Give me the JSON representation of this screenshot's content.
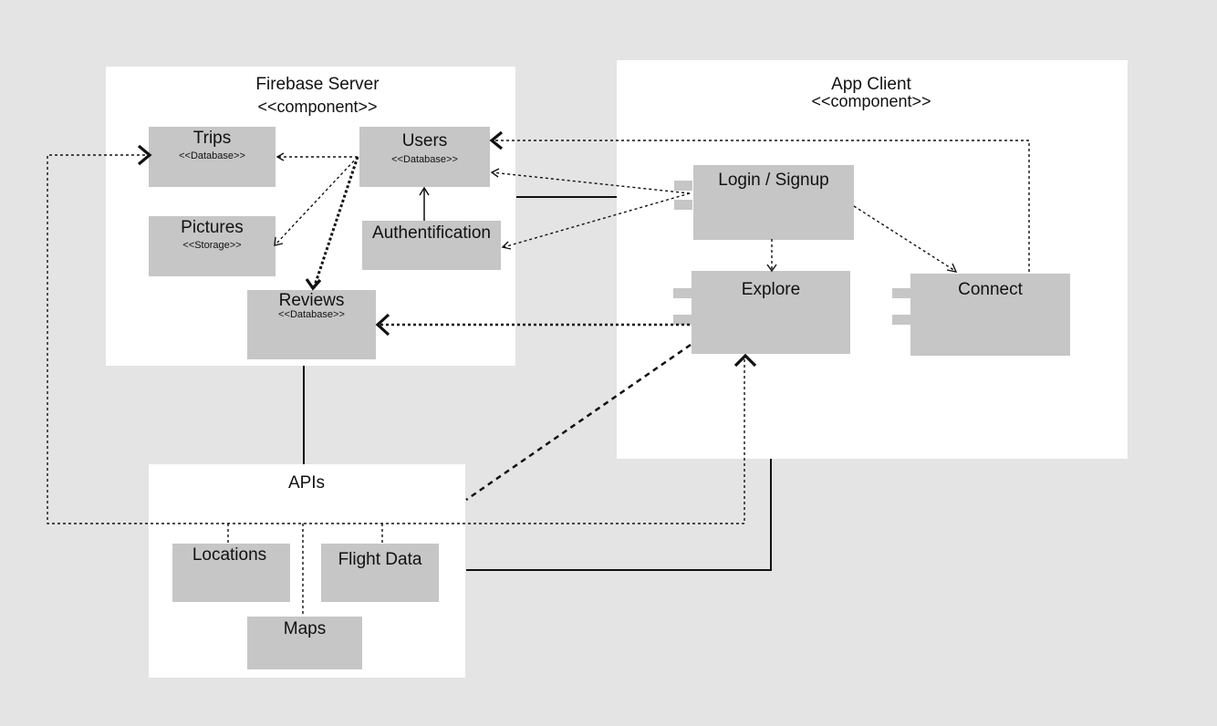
{
  "firebase": {
    "title": "Firebase Server",
    "stereotype": "<<component>>",
    "trips": {
      "label": "Trips",
      "sub": "<<Database>>"
    },
    "users": {
      "label": "Users",
      "sub": "<<Database>>"
    },
    "pictures": {
      "label": "Pictures",
      "sub": "<<Storage>>"
    },
    "authentication": {
      "label": "Authentification"
    },
    "reviews": {
      "label": "Reviews",
      "sub": "<<Database>>"
    }
  },
  "app_client": {
    "title": "App Client",
    "stereotype": "<<component>>",
    "login": {
      "label": "Login / Signup"
    },
    "explore": {
      "label": "Explore"
    },
    "connect": {
      "label": "Connect"
    }
  },
  "apis": {
    "title": "APIs",
    "locations": {
      "label": "Locations"
    },
    "flight_data": {
      "label": "Flight Data"
    },
    "maps": {
      "label": "Maps"
    }
  },
  "colors": {
    "background": "#e4e4e4",
    "panel": "#ffffff",
    "box": "#c6c6c6",
    "line": "#111111"
  }
}
